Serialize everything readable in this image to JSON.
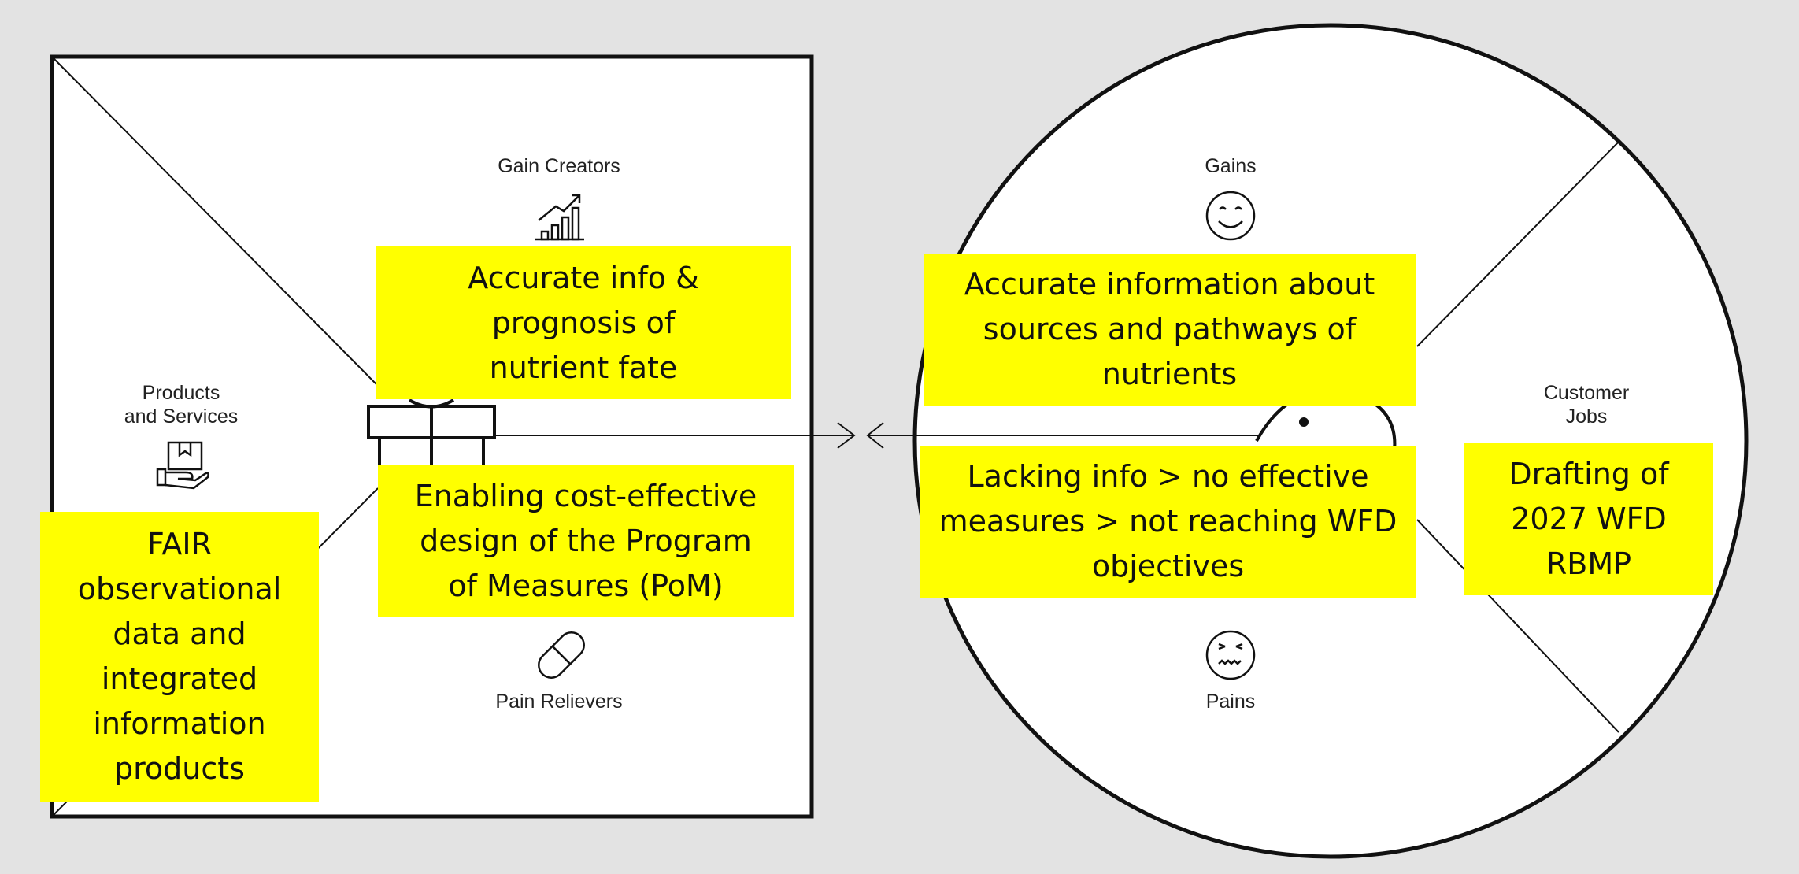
{
  "value_map": {
    "gain_creators": "Gain Creators",
    "products_services": [
      "Products",
      "and Services"
    ],
    "pain_relievers": "Pain Relievers"
  },
  "customer_profile": {
    "gains": "Gains",
    "customer_jobs": [
      "Customer",
      "Jobs"
    ],
    "pains": "Pains"
  },
  "notes": {
    "gain_creators": [
      "Accurate info &",
      "prognosis of",
      "nutrient fate"
    ],
    "pain_relievers": [
      "Enabling cost-effective",
      "design of the Program",
      "of Measures (PoM)"
    ],
    "products_services": [
      "FAIR",
      "observational",
      "data and",
      "integrated",
      "information",
      "products"
    ],
    "gains": [
      "Accurate information about",
      "sources and pathways of",
      "nutrients"
    ],
    "pains": [
      "Lacking info > no effective",
      "measures > not reaching WFD",
      "objectives"
    ],
    "customer_jobs": [
      "Drafting of",
      "2027 WFD",
      "RBMP"
    ]
  },
  "icons": {
    "gain_creators": "bar-chart-arrow-icon",
    "products_services": "hand-box-icon",
    "pain_relievers": "pill-icon",
    "gains": "smiley-icon",
    "pains": "frown-icon",
    "fit": "gift-icon"
  },
  "colors": {
    "background": "#e3e3e3",
    "canvas": "#ffffff",
    "line": "#111111",
    "highlight": "#ffff00"
  }
}
